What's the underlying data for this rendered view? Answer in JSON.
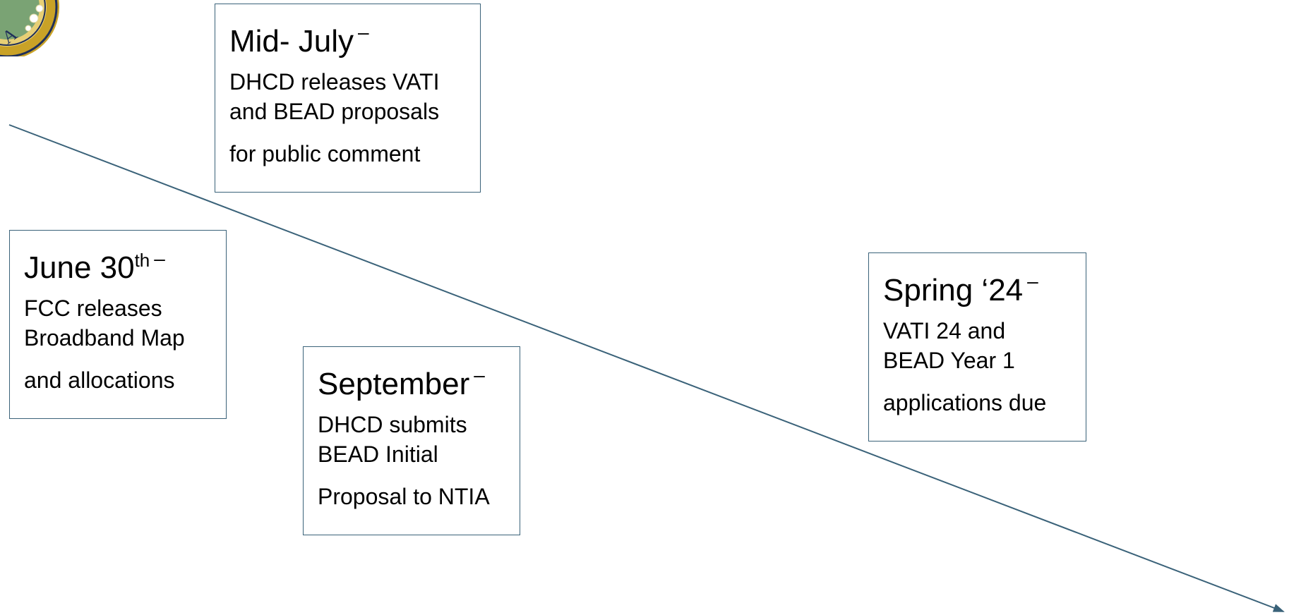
{
  "milestones": [
    {
      "id": "june",
      "heading": "June 30",
      "heading_sup": "th",
      "dash": "–",
      "lines": [
        "FCC releases",
        "Broadband Map",
        "and allocations"
      ]
    },
    {
      "id": "july",
      "heading": "Mid- July",
      "heading_sup": "",
      "dash": "–",
      "lines": [
        "DHCD releases VATI",
        "and BEAD proposals",
        "for public comment"
      ]
    },
    {
      "id": "sept",
      "heading": "September",
      "heading_sup": "",
      "dash": "–",
      "lines": [
        "DHCD submits",
        "BEAD Initial",
        "Proposal to NTIA"
      ]
    },
    {
      "id": "spring",
      "heading": "Spring ‘24",
      "heading_sup": "",
      "dash": "–",
      "lines": [
        "VATI 24 and",
        "BEAD Year 1",
        "applications due"
      ]
    }
  ],
  "colors": {
    "timeline": "#3a6279",
    "box_border": "#3a6279",
    "seal_gold": "#c9a227",
    "seal_navy": "#1f2f5a"
  },
  "seal": {
    "icon": "virginia-seal-icon",
    "visible_letter": "A"
  }
}
